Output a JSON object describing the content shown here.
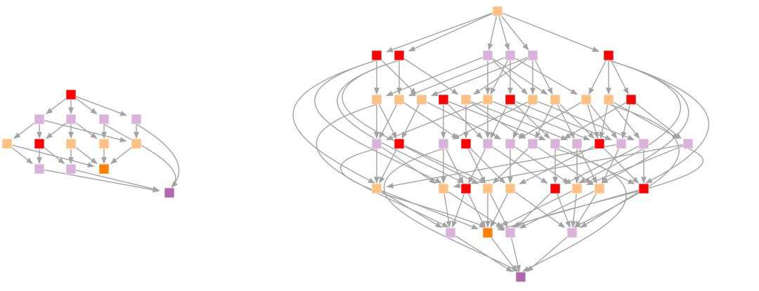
{
  "colors": {
    "red": "#ff0000",
    "peach": "#ffc183",
    "lilac": "#dab3da",
    "orange": "#ff8000",
    "purple": "#b266b2",
    "edge": "#a3a3a3"
  },
  "graphs": [
    {
      "name": "small-graph",
      "nodes": [
        {
          "id": 0,
          "layer": 0,
          "color": "red"
        },
        {
          "id": 1,
          "layer": 1,
          "color": "lilac"
        },
        {
          "id": 2,
          "layer": 1,
          "color": "lilac"
        },
        {
          "id": 3,
          "layer": 1,
          "color": "lilac"
        },
        {
          "id": 4,
          "layer": 1,
          "color": "lilac"
        },
        {
          "id": 5,
          "layer": 2,
          "color": "peach"
        },
        {
          "id": 6,
          "layer": 2,
          "color": "red"
        },
        {
          "id": 7,
          "layer": 2,
          "color": "peach"
        },
        {
          "id": 8,
          "layer": 2,
          "color": "peach"
        },
        {
          "id": 9,
          "layer": 2,
          "color": "peach"
        },
        {
          "id": 10,
          "layer": 3,
          "color": "lilac"
        },
        {
          "id": 11,
          "layer": 3,
          "color": "lilac"
        },
        {
          "id": 12,
          "layer": 3,
          "color": "orange"
        },
        {
          "id": 13,
          "layer": 4,
          "color": "purple"
        }
      ],
      "edges": [
        [
          0,
          1
        ],
        [
          0,
          2
        ],
        [
          0,
          3
        ],
        [
          0,
          4
        ],
        [
          1,
          5
        ],
        [
          1,
          6
        ],
        [
          1,
          9
        ],
        [
          2,
          6
        ],
        [
          2,
          7
        ],
        [
          2,
          8
        ],
        [
          3,
          8
        ],
        [
          3,
          13
        ],
        [
          4,
          9
        ],
        [
          4,
          13
        ],
        [
          5,
          10
        ],
        [
          5,
          12
        ],
        [
          6,
          10
        ],
        [
          6,
          11
        ],
        [
          7,
          11
        ],
        [
          7,
          12
        ],
        [
          8,
          12
        ],
        [
          9,
          12
        ],
        [
          10,
          13
        ],
        [
          11,
          13
        ]
      ]
    },
    {
      "name": "large-graph",
      "nodes": [
        {
          "id": 0,
          "layer": 0,
          "color": "peach"
        },
        {
          "id": 1,
          "layer": 1,
          "color": "red"
        },
        {
          "id": 2,
          "layer": 1,
          "color": "red"
        },
        {
          "id": 3,
          "layer": 1,
          "color": "lilac"
        },
        {
          "id": 4,
          "layer": 1,
          "color": "lilac"
        },
        {
          "id": 5,
          "layer": 1,
          "color": "lilac"
        },
        {
          "id": 6,
          "layer": 1,
          "color": "red"
        },
        {
          "id": 7,
          "layer": 2,
          "color": "peach"
        },
        {
          "id": 8,
          "layer": 2,
          "color": "peach"
        },
        {
          "id": 9,
          "layer": 2,
          "color": "peach"
        },
        {
          "id": 10,
          "layer": 2,
          "color": "red"
        },
        {
          "id": 11,
          "layer": 2,
          "color": "peach"
        },
        {
          "id": 12,
          "layer": 2,
          "color": "peach"
        },
        {
          "id": 13,
          "layer": 2,
          "color": "red"
        },
        {
          "id": 14,
          "layer": 2,
          "color": "peach"
        },
        {
          "id": 15,
          "layer": 2,
          "color": "peach"
        },
        {
          "id": 16,
          "layer": 2,
          "color": "peach"
        },
        {
          "id": 17,
          "layer": 2,
          "color": "peach"
        },
        {
          "id": 18,
          "layer": 2,
          "color": "red"
        },
        {
          "id": 19,
          "layer": 3,
          "color": "lilac"
        },
        {
          "id": 20,
          "layer": 3,
          "color": "red"
        },
        {
          "id": 21,
          "layer": 3,
          "color": "lilac"
        },
        {
          "id": 22,
          "layer": 3,
          "color": "red"
        },
        {
          "id": 23,
          "layer": 3,
          "color": "lilac"
        },
        {
          "id": 24,
          "layer": 3,
          "color": "lilac"
        },
        {
          "id": 25,
          "layer": 3,
          "color": "lilac"
        },
        {
          "id": 26,
          "layer": 3,
          "color": "lilac"
        },
        {
          "id": 27,
          "layer": 3,
          "color": "lilac"
        },
        {
          "id": 28,
          "layer": 3,
          "color": "red"
        },
        {
          "id": 29,
          "layer": 3,
          "color": "lilac"
        },
        {
          "id": 30,
          "layer": 3,
          "color": "lilac"
        },
        {
          "id": 31,
          "layer": 3,
          "color": "lilac"
        },
        {
          "id": 32,
          "layer": 4,
          "color": "peach"
        },
        {
          "id": 33,
          "layer": 4,
          "color": "peach"
        },
        {
          "id": 34,
          "layer": 4,
          "color": "red"
        },
        {
          "id": 35,
          "layer": 4,
          "color": "peach"
        },
        {
          "id": 36,
          "layer": 4,
          "color": "peach"
        },
        {
          "id": 37,
          "layer": 4,
          "color": "red"
        },
        {
          "id": 38,
          "layer": 4,
          "color": "peach"
        },
        {
          "id": 39,
          "layer": 4,
          "color": "peach"
        },
        {
          "id": 40,
          "layer": 4,
          "color": "red"
        },
        {
          "id": 41,
          "layer": 5,
          "color": "lilac"
        },
        {
          "id": 42,
          "layer": 5,
          "color": "orange"
        },
        {
          "id": 43,
          "layer": 5,
          "color": "lilac"
        },
        {
          "id": 44,
          "layer": 5,
          "color": "lilac"
        },
        {
          "id": 45,
          "layer": 6,
          "color": "purple"
        }
      ],
      "edges": [
        [
          0,
          1
        ],
        [
          0,
          2
        ],
        [
          0,
          3
        ],
        [
          0,
          4
        ],
        [
          0,
          5
        ],
        [
          0,
          6
        ],
        [
          1,
          7
        ],
        [
          1,
          9
        ],
        [
          2,
          8
        ],
        [
          2,
          11
        ],
        [
          3,
          7
        ],
        [
          3,
          12
        ],
        [
          3,
          14
        ],
        [
          3,
          15
        ],
        [
          4,
          8
        ],
        [
          4,
          12
        ],
        [
          4,
          13
        ],
        [
          4,
          16
        ],
        [
          5,
          9
        ],
        [
          5,
          11
        ],
        [
          5,
          14
        ],
        [
          5,
          15
        ],
        [
          6,
          16
        ],
        [
          6,
          17
        ],
        [
          6,
          18
        ],
        [
          7,
          19
        ],
        [
          7,
          20
        ],
        [
          8,
          19
        ],
        [
          8,
          22
        ],
        [
          9,
          20
        ],
        [
          9,
          24
        ],
        [
          10,
          21
        ],
        [
          10,
          23
        ],
        [
          10,
          26
        ],
        [
          11,
          22
        ],
        [
          11,
          25
        ],
        [
          11,
          27
        ],
        [
          12,
          19
        ],
        [
          12,
          23
        ],
        [
          12,
          28
        ],
        [
          13,
          23
        ],
        [
          13,
          26
        ],
        [
          13,
          29
        ],
        [
          14,
          21
        ],
        [
          14,
          24
        ],
        [
          14,
          30
        ],
        [
          15,
          25
        ],
        [
          15,
          27
        ],
        [
          15,
          28
        ],
        [
          16,
          24
        ],
        [
          16,
          28
        ],
        [
          16,
          29
        ],
        [
          17,
          28
        ],
        [
          17,
          30
        ],
        [
          17,
          31
        ],
        [
          18,
          26
        ],
        [
          18,
          29
        ],
        [
          18,
          31
        ],
        [
          19,
          32
        ],
        [
          19,
          33
        ],
        [
          20,
          32
        ],
        [
          20,
          35
        ],
        [
          21,
          33
        ],
        [
          21,
          34
        ],
        [
          22,
          35
        ],
        [
          22,
          36
        ],
        [
          23,
          34
        ],
        [
          23,
          37
        ],
        [
          24,
          36
        ],
        [
          24,
          38
        ],
        [
          25,
          35
        ],
        [
          25,
          39
        ],
        [
          26,
          37
        ],
        [
          26,
          40
        ],
        [
          27,
          38
        ],
        [
          27,
          39
        ],
        [
          28,
          36
        ],
        [
          28,
          40
        ],
        [
          29,
          39
        ],
        [
          29,
          32
        ],
        [
          30,
          40
        ],
        [
          30,
          37
        ],
        [
          31,
          38
        ],
        [
          31,
          33
        ],
        [
          32,
          41
        ],
        [
          32,
          42
        ],
        [
          33,
          41
        ],
        [
          33,
          43
        ],
        [
          34,
          42
        ],
        [
          34,
          41
        ],
        [
          35,
          42
        ],
        [
          35,
          43
        ],
        [
          36,
          42
        ],
        [
          36,
          44
        ],
        [
          37,
          44
        ],
        [
          37,
          43
        ],
        [
          38,
          44
        ],
        [
          38,
          42
        ],
        [
          39,
          44
        ],
        [
          39,
          43
        ],
        [
          40,
          44
        ],
        [
          40,
          42
        ],
        [
          41,
          45
        ],
        [
          42,
          45
        ],
        [
          43,
          45
        ],
        [
          44,
          45
        ],
        [
          1,
          32
        ],
        [
          1,
          33
        ],
        [
          2,
          35
        ],
        [
          2,
          34
        ],
        [
          6,
          40
        ],
        [
          6,
          39
        ],
        [
          6,
          38
        ],
        [
          7,
          41
        ],
        [
          17,
          44
        ],
        [
          21,
          45
        ],
        [
          26,
          45
        ],
        [
          19,
          42
        ],
        [
          31,
          43
        ]
      ]
    }
  ]
}
